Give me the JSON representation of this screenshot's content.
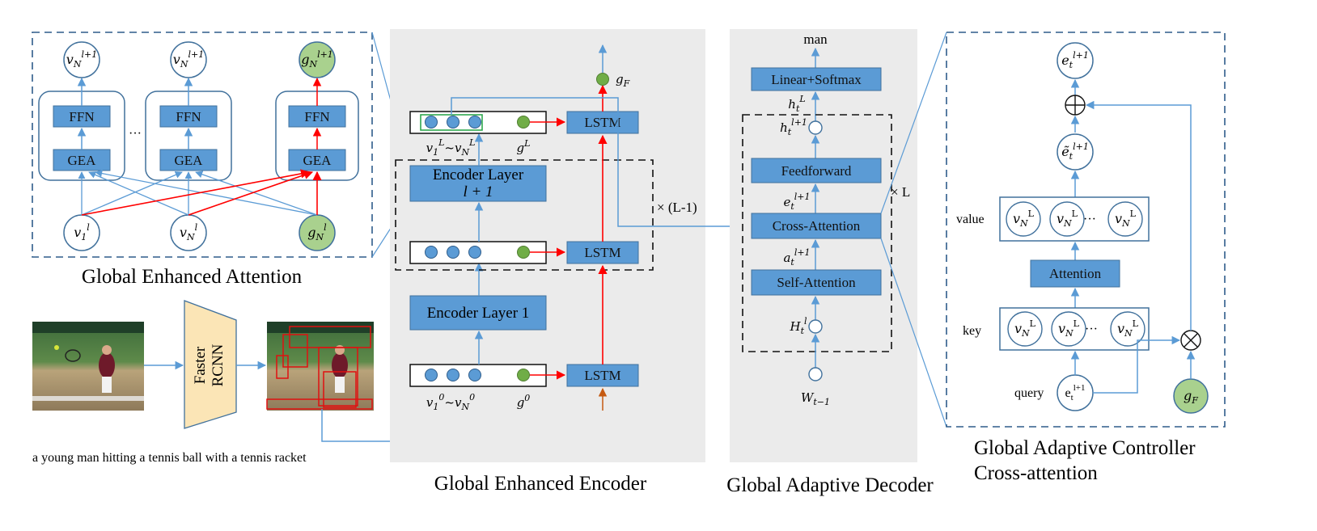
{
  "captions": {
    "gea": "Global Enhanced Attention",
    "encoder": "Global Enhanced Encoder",
    "decoder": "Global Adaptive Decoder",
    "controller_line1": "Global Adaptive Controller",
    "controller_line2": "Cross-attention",
    "sentence": "a young man hitting a tennis ball with a tennis racket"
  },
  "gea_panel": {
    "ffn": "FFN",
    "gea": "GEA",
    "dots": "···"
  },
  "detector": {
    "line1": "Faster",
    "line2": "RCNN"
  },
  "encoder": {
    "layer_top_line1": "Encoder Layer",
    "layer_top_line2": "l + 1",
    "layer_1": "Encoder Layer 1",
    "lstm": "LSTM",
    "repeat": "× (L-1)"
  },
  "decoder": {
    "output_word": "man",
    "linear_softmax": "Linear+Softmax",
    "feedforward": "Feedforward",
    "cross_attention": "Cross-Attention",
    "self_attention": "Self-Attention",
    "repeat": "× L"
  },
  "controller": {
    "value": "value",
    "key": "key",
    "query": "query",
    "attention": "Attention",
    "dots": "···"
  },
  "colors": {
    "blue_box": "#5b9bd5",
    "blue_line": "#5b9bd5",
    "red_arrow": "#ff0000",
    "green_node": "#a9d18e",
    "green_dot": "#70ad47",
    "panel_gray": "#ebebeb",
    "detector_fill": "#fbe5b6",
    "dashed_blue": "#2e5c8a",
    "orange_arrow": "#c55a11"
  }
}
